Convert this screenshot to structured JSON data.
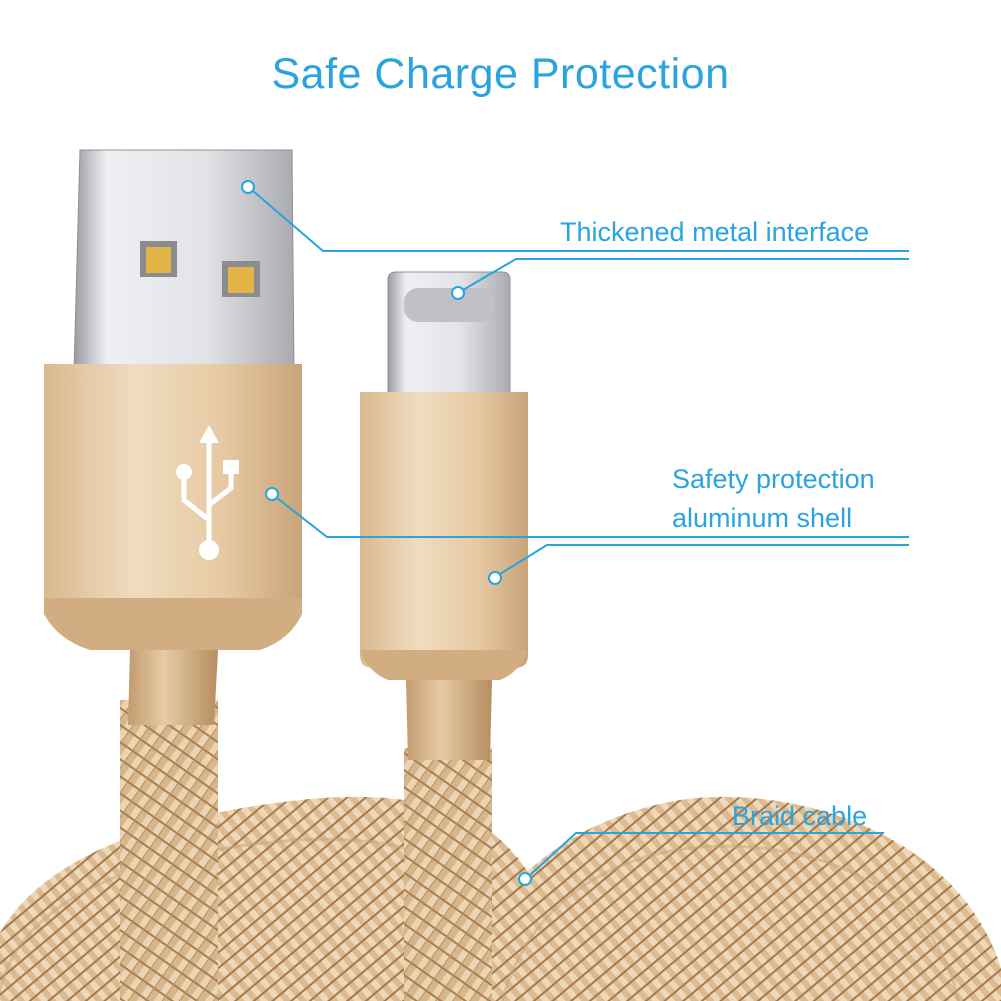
{
  "title": "Safe Charge Protection",
  "callouts": {
    "metal_interface": "Thickened metal interface",
    "shell_line1": "Safety protection",
    "shell_line2": "aluminum shell",
    "braid": "Braid cable"
  },
  "colors": {
    "accent": "#2aa3df",
    "gold": "#e6c9a2",
    "gold_dark": "#c9a47a",
    "metal": "#d9dadd"
  },
  "icons": [
    "usb-symbol-icon"
  ]
}
